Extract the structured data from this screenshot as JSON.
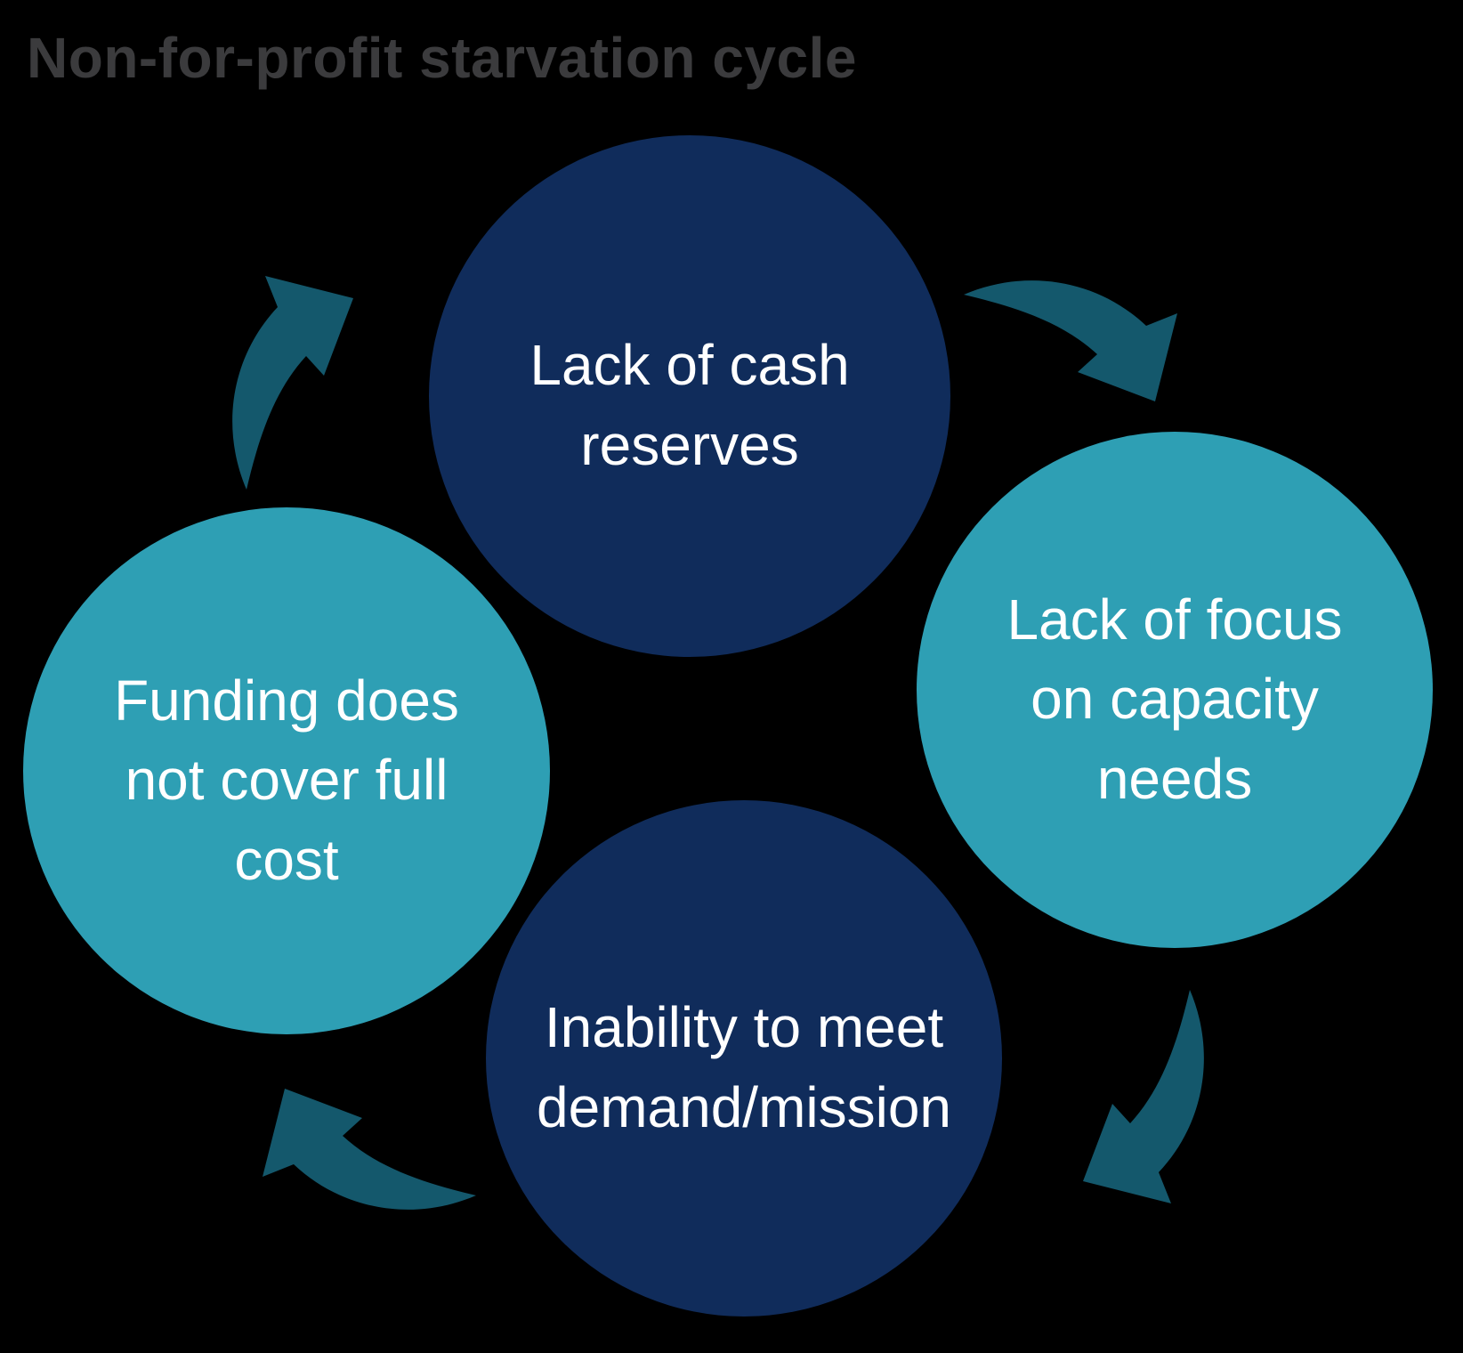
{
  "title": "Non-for-profit starvation cycle",
  "palette": {
    "background": "#000000",
    "title_color": "#3B3B3D",
    "navy": "#102C5B",
    "teal": "#2E9FB4",
    "arrow": "#14586C",
    "node_text": "#FFFFFF"
  },
  "cycle": {
    "type": "cycle-diagram",
    "direction": "clockwise",
    "nodes": [
      {
        "id": "lack-of-cash-reserves",
        "position": "top",
        "label": "Lack of cash\nreserves",
        "color": "#102C5B"
      },
      {
        "id": "lack-of-focus-capacity-needs",
        "position": "right",
        "label": "Lack of focus\non capacity\nneeds",
        "color": "#2E9FB4"
      },
      {
        "id": "inability-meet-demand-mission",
        "position": "bottom",
        "label": "Inability to meet\ndemand/mission",
        "color": "#102C5B"
      },
      {
        "id": "funding-not-cover-full-cost",
        "position": "left",
        "label": "Funding does\nnot cover full\ncost",
        "color": "#2E9FB4"
      }
    ],
    "arrows": [
      {
        "id": "arrow-top-to-right",
        "from": "lack-of-cash-reserves",
        "to": "lack-of-focus-capacity-needs"
      },
      {
        "id": "arrow-right-to-bottom",
        "from": "lack-of-focus-capacity-needs",
        "to": "inability-meet-demand-mission"
      },
      {
        "id": "arrow-bottom-to-left",
        "from": "inability-meet-demand-mission",
        "to": "funding-not-cover-full-cost"
      },
      {
        "id": "arrow-left-to-top",
        "from": "funding-not-cover-full-cost",
        "to": "lack-of-cash-reserves"
      }
    ]
  }
}
